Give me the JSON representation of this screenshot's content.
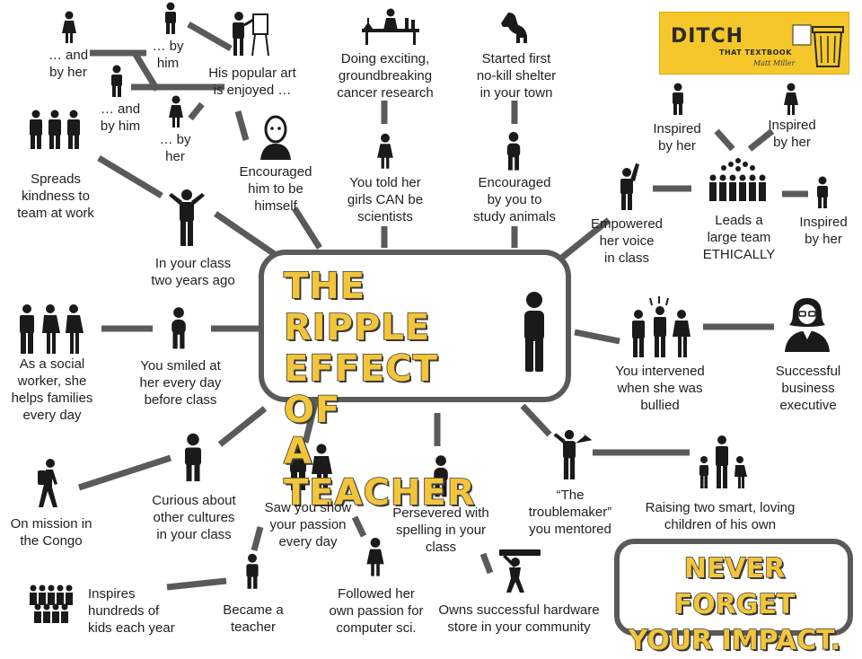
{
  "center": {
    "title": "The Ripple\nEffect of\na Teacher"
  },
  "closing": {
    "text": "Never Forget\nYour Impact."
  },
  "logo": {
    "title": "DITCH",
    "subtitle": "THAT TEXTBOOK",
    "author": "Matt Miller"
  },
  "nodes": {
    "and_by_her_top": "… and\nby her",
    "by_him_top": "… by\nhim",
    "art": "His popular art\nis enjoyed …",
    "and_by_him": "… and\nby him",
    "by_her_small": "… by\nher",
    "encouraged_himself": "Encouraged\nhim to be\nhimself",
    "cancer": "Doing exciting,\ngroundbreaking\ncancer research",
    "shelter": "Started first\nno-kill shelter\nin your town",
    "girls_scientists": "You told her\ngirls CAN be\nscientists",
    "study_animals": "Encouraged\nby you to\nstudy animals",
    "spreads_kindness": "Spreads\nkindness to\nteam at work",
    "class_two_years": "In your class\ntwo years ago",
    "inspired_by_her_1": "Inspired\nby her",
    "inspired_by_her_2": "Inspired\nby her",
    "inspired_by_her_3": "Inspired\nby her",
    "empowered_voice": "Empowered\nher voice\nin class",
    "leads_team": "Leads a\nlarge team\nETHICALLY",
    "social_worker": "As a social\nworker, she\nhelps families\nevery day",
    "smiled": "You smiled at\nher every day\nbefore class",
    "intervened": "You intervened\nwhen she was\nbullied",
    "business": "Successful\nbusiness\nexecutive",
    "congo": "On mission in\nthe Congo",
    "curious": "Curious about\nother cultures\nin your class",
    "passion": "Saw you show\nyour passion\nevery day",
    "spelling": "Persevered with\nspelling in your\nclass",
    "troublemaker": "“The\ntroublemaker”\nyou mentored",
    "raising": "Raising two smart, loving\nchildren of his own",
    "inspires_kids": "Inspires\nhundreds of\nkids each year",
    "became_teacher": "Became a\nteacher",
    "computer_sci": "Followed her\nown passion for\ncomputer sci.",
    "hardware": "Owns successful hardware\nstore in your community"
  },
  "icons": [
    "person-icon",
    "woman-icon",
    "painter-icon",
    "scientist-lab-icon",
    "dog-icon",
    "group-of-three-icon",
    "arms-raised-person-icon",
    "crowd-icon",
    "person-raised-hand-icon",
    "businesswoman-icon",
    "hiker-icon",
    "family-icon",
    "carpenter-icon",
    "bust-portrait-icon"
  ],
  "colors": {
    "accent": "#f2c53a",
    "line": "#5a5a5a",
    "ink": "#1a1a1a"
  }
}
